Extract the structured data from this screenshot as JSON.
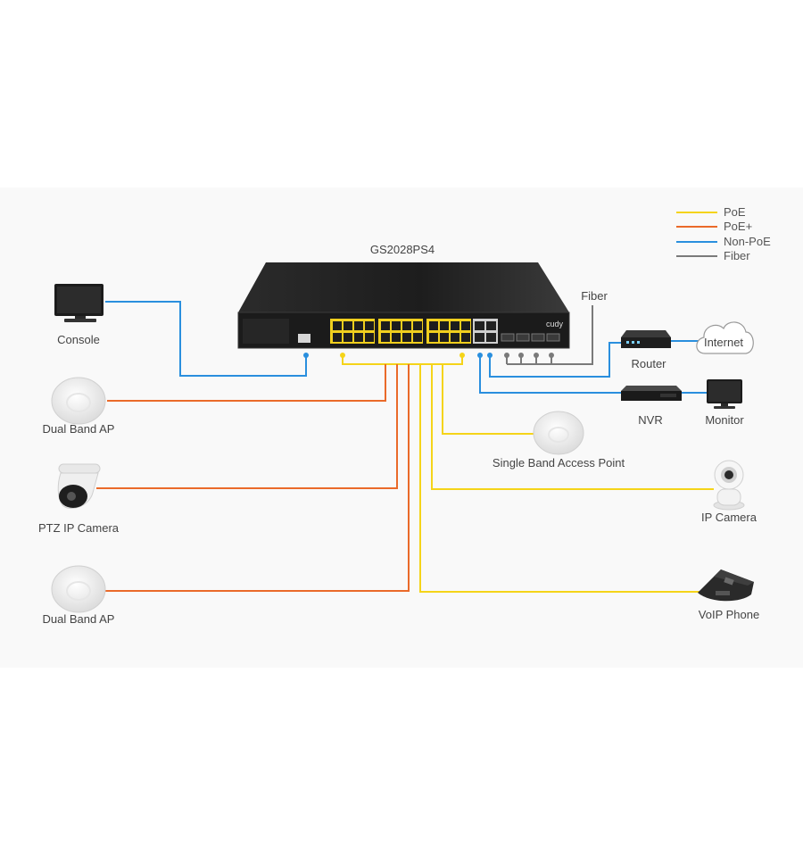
{
  "switch": {
    "model": "GS2028PS4",
    "brand": "cudy"
  },
  "legend": [
    {
      "label": "PoE",
      "color": "#f5d419"
    },
    {
      "label": "PoE+",
      "color": "#ea6a2a"
    },
    {
      "label": "Non-PoE",
      "color": "#2a8fde"
    },
    {
      "label": "Fiber",
      "color": "#7a7a7a"
    }
  ],
  "labels": {
    "fiber": "Fiber",
    "console": "Console",
    "dual_band_ap_1": "Dual Band AP",
    "ptz_ip_camera": "PTZ IP Camera",
    "dual_band_ap_2": "Dual Band AP",
    "router": "Router",
    "internet": "Internet",
    "nvr": "NVR",
    "monitor": "Monitor",
    "single_band_ap": "Single Band Access Point",
    "ip_camera": "IP Camera",
    "voip_phone": "VoIP Phone"
  },
  "icons": {
    "console": "monitor-icon",
    "dual_band_ap": "access-point-icon",
    "ptz_camera": "dome-camera-icon",
    "router": "router-icon",
    "internet": "cloud-icon",
    "nvr": "nvr-icon",
    "monitor": "monitor-icon",
    "single_band_ap": "access-point-icon",
    "ip_camera": "ip-camera-icon",
    "voip_phone": "conference-phone-icon"
  }
}
